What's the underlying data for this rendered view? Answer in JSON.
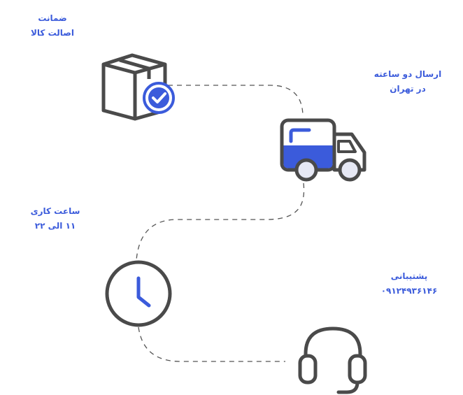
{
  "features": {
    "guarantee": {
      "title": "ضمانت",
      "subtitle": "اصالت کالا",
      "icon": "box-check-icon"
    },
    "delivery": {
      "title": "ارسال دو ساعته",
      "subtitle": "در تهران",
      "icon": "delivery-truck-icon"
    },
    "working_hours": {
      "title": "ساعت کاری",
      "subtitle": "۱۱ الی ۲۲",
      "icon": "clock-icon"
    },
    "support": {
      "title": "پشتیبانی",
      "subtitle": "۰۹۱۲۴۹۳۶۱۴۶",
      "icon": "headset-icon"
    }
  },
  "colors": {
    "accent": "#3b5bdb",
    "icon_stroke": "#4a4a4a",
    "connector": "#555555"
  }
}
